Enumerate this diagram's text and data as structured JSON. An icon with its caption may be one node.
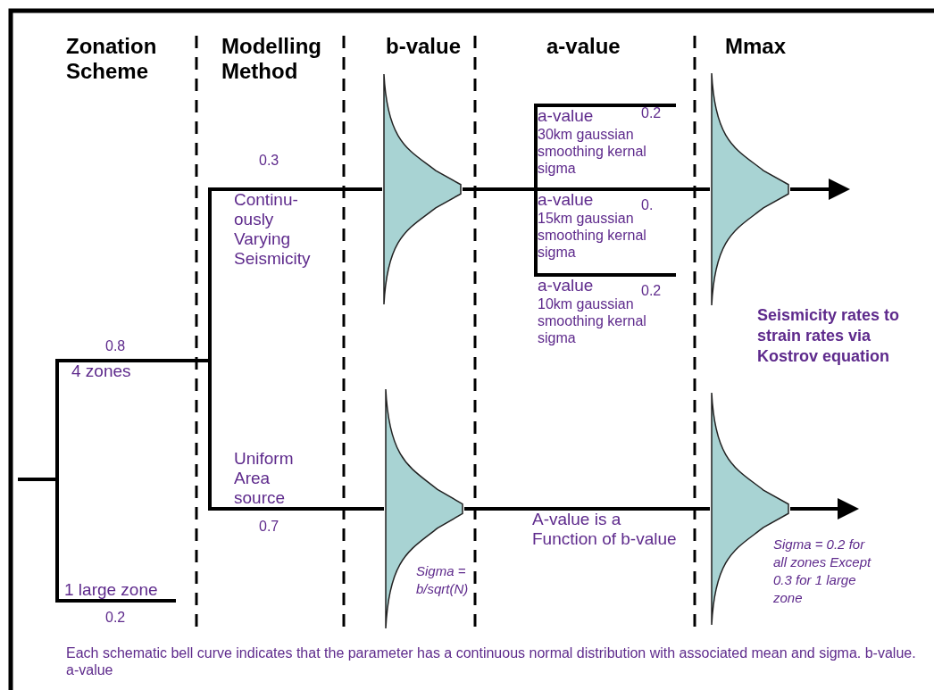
{
  "diagram": {
    "caption": "Each schematic bell curve indicates that the parameter has a continuous normal distribution with associated mean and sigma. b-value. a-value",
    "nodes": [
      {
        "text": [
          "4 zones"
        ],
        "beside": [
          "0.8"
        ]
      },
      {
        "text": [
          "1 large zone"
        ],
        "beside": [
          "0.2"
        ]
      },
      {
        "text": [
          "Continu- ously Varying Seismicity"
        ],
        "beside": [
          "0.3"
        ]
      },
      {
        "text": [
          "Uniform Area source"
        ],
        "beside": [
          "0.7"
        ]
      },
      {
        "text": [],
        "shape": "bell"
      },
      {
        "text": [],
        "shape": "bell",
        "beside": [
          "Sigma = b/sqrt(N)"
        ]
      },
      {
        "text": [
          "a-value",
          "30km gaussian smoothing kernal sigma"
        ],
        "beside": [
          "0.2"
        ]
      },
      {
        "text": [
          "a-value",
          "15km gaussian smoothing kernal sigma"
        ],
        "beside": [
          "0."
        ]
      },
      {
        "text": [
          "a-value",
          "10km gaussian smoothing kernal sigma"
        ],
        "beside": [
          "0.2"
        ]
      },
      {
        "text": [
          "A-value is a Function of b-value"
        ]
      },
      {
        "text": [],
        "shape": "bell"
      },
      {
        "text": [],
        "shape": "bell",
        "beside": [
          "Sigma = 0.2 for all zones Except 0.3 for 1 large zone"
        ]
      }
    ],
    "edges": [
      {
        "from": null,
        "to": 0,
        "arrow": "none"
      },
      {
        "from": null,
        "to": 1,
        "arrow": "none"
      },
      {
        "from": 0,
        "to": 2,
        "arrow": "none"
      },
      {
        "from": 0,
        "to": 3,
        "arrow": "none"
      },
      {
        "from": 2,
        "to": 4,
        "arrow": "none"
      },
      {
        "from": 4,
        "to": 6,
        "arrow": "none"
      },
      {
        "from": 4,
        "to": 7,
        "arrow": "none"
      },
      {
        "from": 4,
        "to": 8,
        "arrow": "none"
      },
      {
        "from": 7,
        "to": 10,
        "arrow": "none"
      },
      {
        "from": 10,
        "to": null,
        "arrow": "to"
      },
      {
        "from": 3,
        "to": 5,
        "arrow": "none"
      },
      {
        "from": 5,
        "to": 9,
        "arrow": "none"
      },
      {
        "from": 9,
        "to": 11,
        "arrow": "none"
      },
      {
        "from": 11,
        "to": null,
        "arrow": "to"
      }
    ],
    "labels": [
      "Zonation Scheme",
      "Modelling Method",
      "b-value",
      "a-value",
      "Mmax",
      "Seismicity rates to strain rates via Kostrov equation"
    ]
  }
}
